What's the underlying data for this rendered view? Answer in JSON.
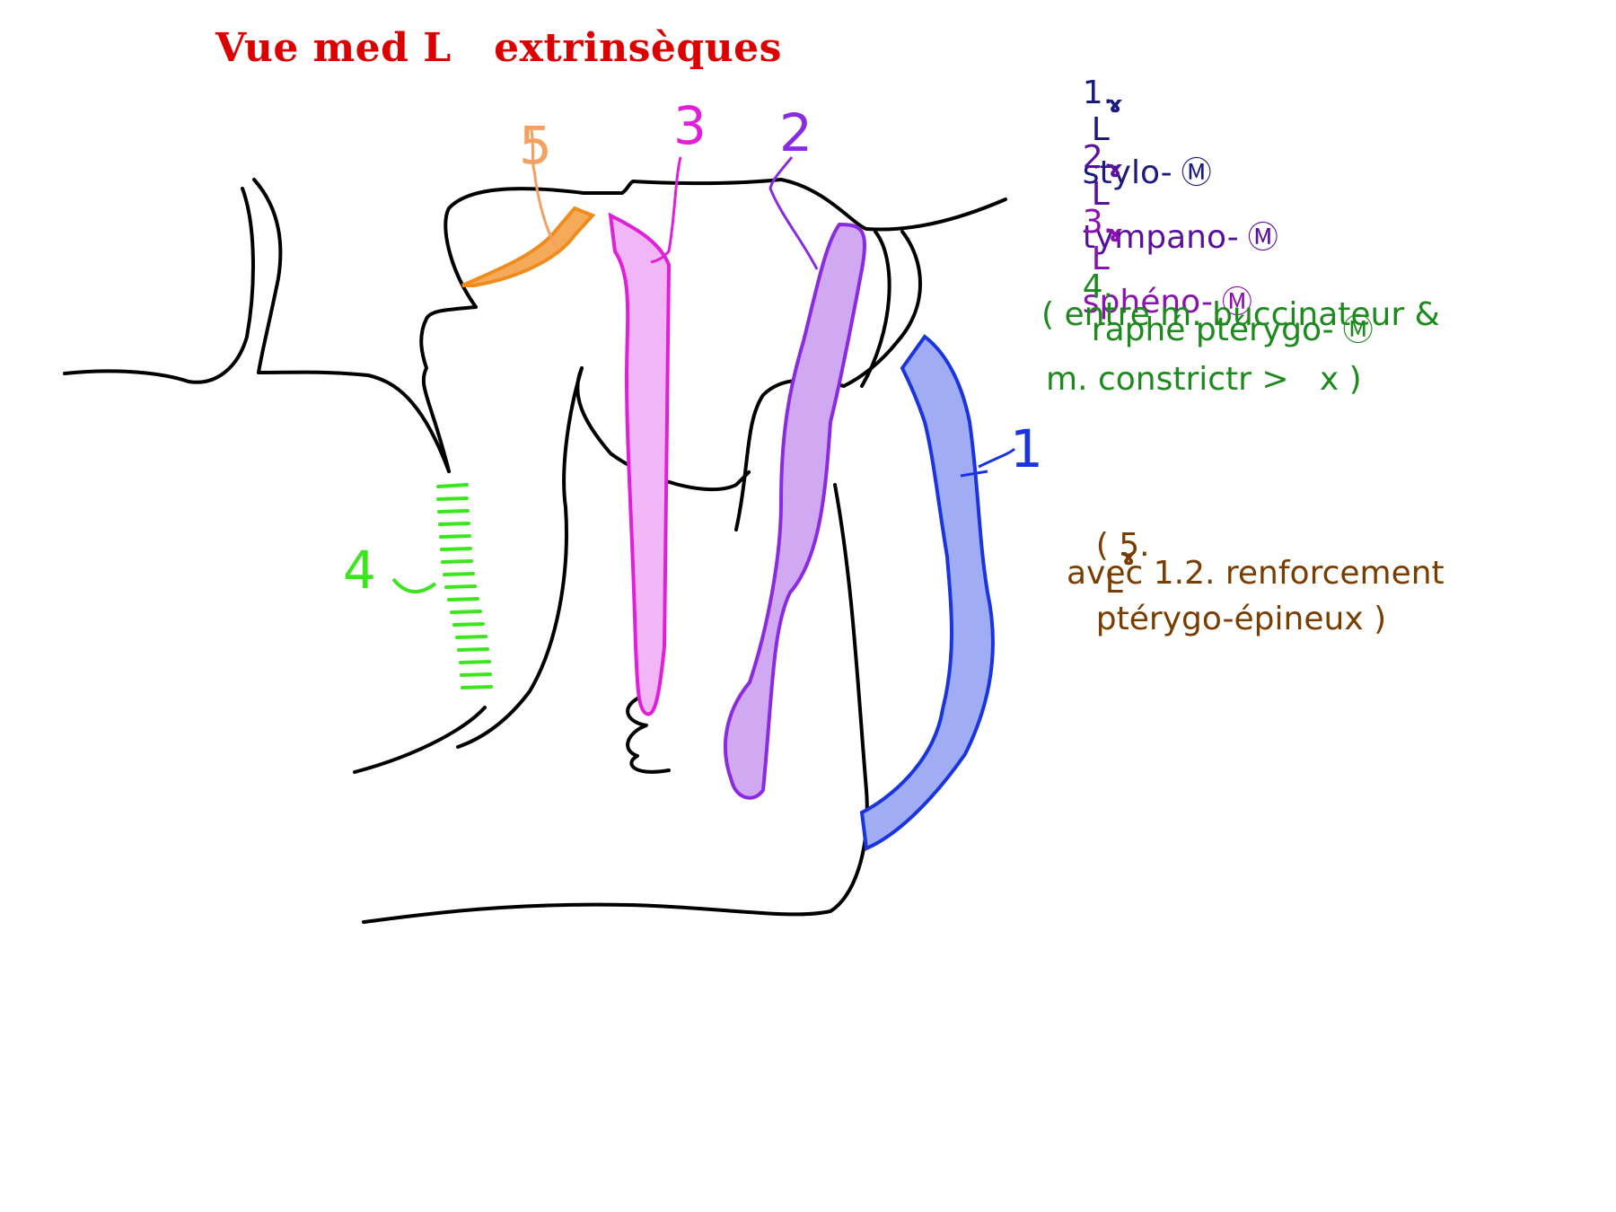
{
  "title": "Vue med L   extrinsèques",
  "legend": [
    {
      "num": "1.",
      "lig": "L",
      "sup": "ɤ",
      "text": "stylo-",
      "mark": "Ⓜ",
      "color": "#1a1a80"
    },
    {
      "num": "2.",
      "lig": "L",
      "sup": "ɤ",
      "text": "tympano-",
      "mark": "Ⓜ",
      "color": "#5a0fa0"
    },
    {
      "num": "3.",
      "lig": "L",
      "sup": "ɤ",
      "text": "sphéno-",
      "mark": "Ⓜ",
      "color": "#8a12b0"
    },
    {
      "num": "4.",
      "text": "raphé ptérygo-",
      "mark": "Ⓜ",
      "color": "#1c8a1c"
    }
  ],
  "note_line1": "( entre m. buccinateur &",
  "note_line2": "m. constrictr >   x )",
  "note_color": "#1c8a1c",
  "extra": {
    "num": "( 5.",
    "lig": "L",
    "sup": "ɤ",
    "text": "ptérygo-épineux )",
    "color": "#7a3d00"
  },
  "extra_line2": "avec 1.2. renforcement",
  "labels": {
    "l1": "1",
    "l2": "2",
    "l3": "3",
    "l4": "4",
    "l5": "5"
  },
  "colors": {
    "title": "#dd0000",
    "lig1_fill": "#a0adf5",
    "lig1_stroke": "#1a35e0",
    "lig2_fill": "#d1a8f2",
    "lig2_stroke": "#8a2be2",
    "lig3_fill": "#f2b6f7",
    "lig3_stroke": "#e020d8",
    "lig5_fill": "#f5aa5a",
    "lig5_stroke": "#f08c1e",
    "raphe": "#3ce61e"
  }
}
